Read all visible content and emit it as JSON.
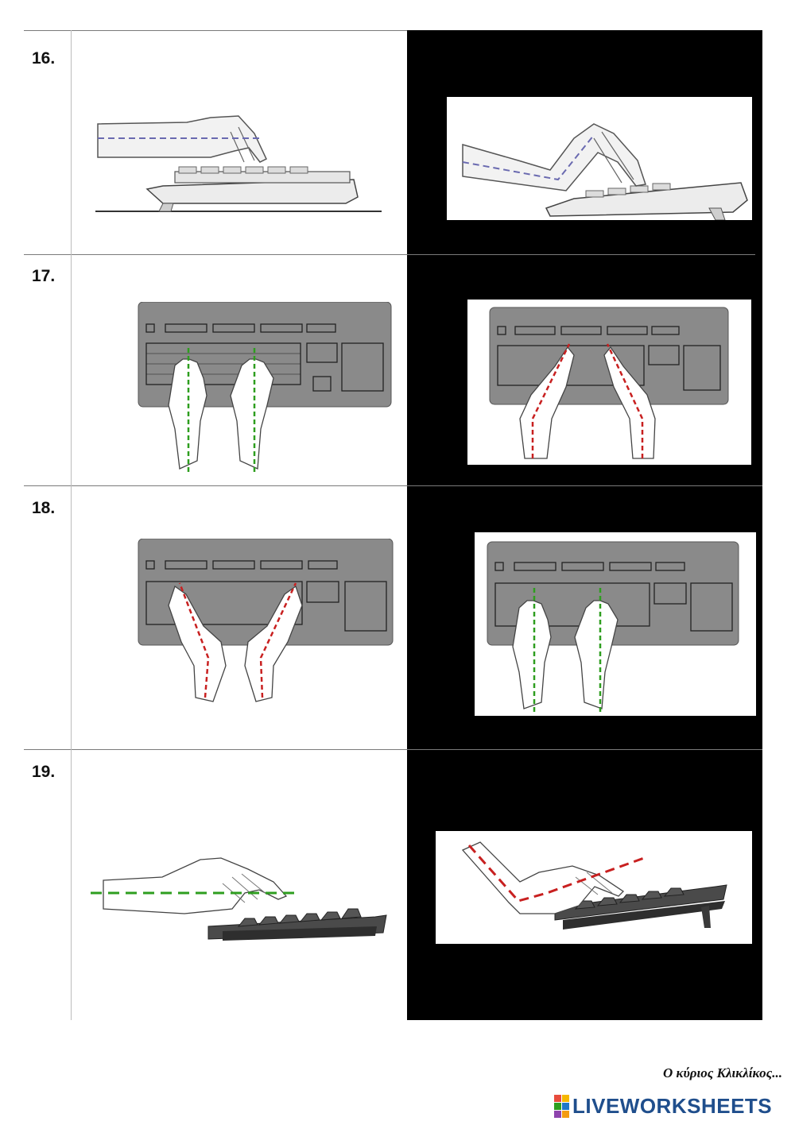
{
  "rows": [
    {
      "number": "16."
    },
    {
      "number": "17."
    },
    {
      "number": "18."
    },
    {
      "number": "19."
    }
  ],
  "footer": {
    "author": "Ο κύριος Κλικλίκος...",
    "brand": "LIVEWORKSHEETS"
  },
  "colors": {
    "correct_line": "#2e9e1f",
    "wrong_line": "#c82020",
    "neutral_line": "#6a6ab0",
    "keyboard_body": "#8a8a8a",
    "brand_blue": "#1f4e8c"
  },
  "icons": [
    "hand-keyboard-illustration",
    "liveworksheets-logo-icon"
  ]
}
